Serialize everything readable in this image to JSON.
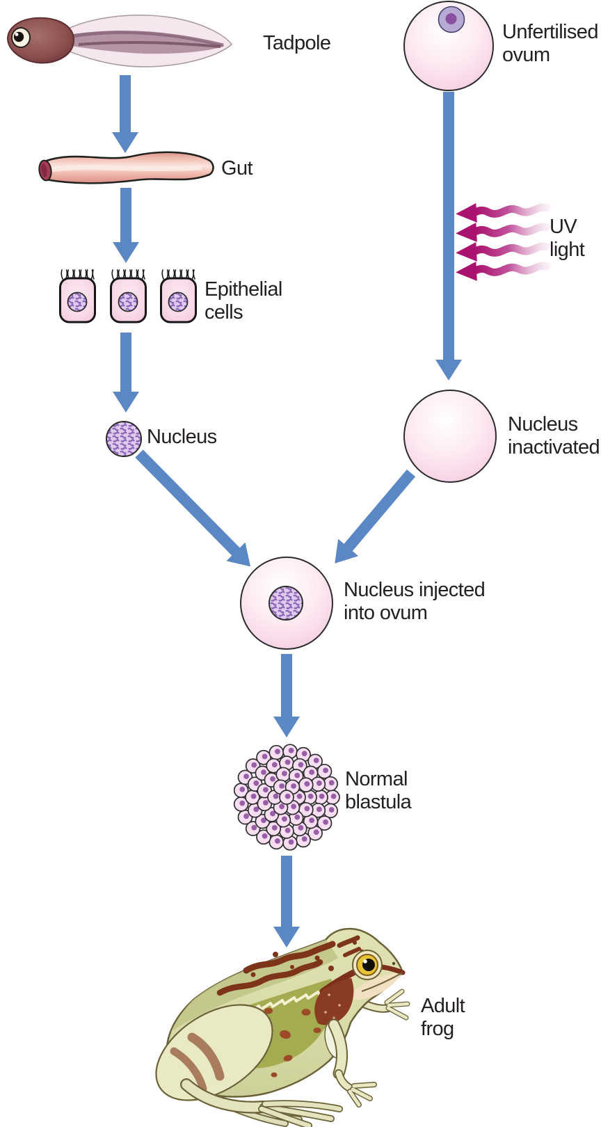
{
  "labels": {
    "tadpole": "Tadpole",
    "gut": "Gut",
    "epithelial": "Epithelial\ncells",
    "nucleus": "Nucleus",
    "unfertilised_ovum": "Unfertilised\novum",
    "uv_light": "UV\nlight",
    "nucleus_inactivated": "Nucleus\ninactivated",
    "nucleus_injected": "Nucleus injected\ninto ovum",
    "normal_blastula": "Normal\nblastula",
    "adult_frog": "Adult\nfrog"
  },
  "figures": {
    "tadpole": "tadpole-illustration",
    "gut": "gut-tube-illustration",
    "epithelial": "ciliated-epithelial-cells-illustration",
    "nucleus": "speckled-nucleus-illustration",
    "unfertilised_ovum": "ovum-with-nucleus-illustration",
    "uv_light": "uv-light-wavy-arrows-icon",
    "nucleus_inactivated": "enucleated-ovum-illustration",
    "nucleus_injected": "ovum-with-injected-nucleus-illustration",
    "normal_blastula": "blastula-cell-cluster-illustration",
    "adult_frog": "adult-frog-illustration"
  },
  "edges": [
    {
      "from": "tadpole",
      "to": "gut",
      "style": "straight-down-arrow"
    },
    {
      "from": "gut",
      "to": "epithelial",
      "style": "straight-down-arrow"
    },
    {
      "from": "epithelial",
      "to": "nucleus",
      "style": "straight-down-arrow"
    },
    {
      "from": "unfertilised_ovum",
      "to": "nucleus_inactivated",
      "style": "straight-down-arrow"
    },
    {
      "from": "nucleus",
      "to": "nucleus_injected",
      "style": "diagonal-arrow"
    },
    {
      "from": "nucleus_inactivated",
      "to": "nucleus_injected",
      "style": "diagonal-arrow"
    },
    {
      "from": "nucleus_injected",
      "to": "normal_blastula",
      "style": "straight-down-arrow"
    },
    {
      "from": "normal_blastula",
      "to": "adult_frog",
      "style": "straight-down-arrow"
    }
  ],
  "colors": {
    "flow_arrow_blue": "#5b87c4",
    "uv_magenta": "#aa1270",
    "label_text": "#231f20",
    "ovum_pink": "#f6cce1",
    "nucleus_purple": "#8e66b8",
    "blastula_dot_purple": "#985fa8",
    "gut_salmon": "#eeb4aa",
    "frog_olive": "#c2c58a",
    "frog_brown": "#82391f",
    "background": "#ffffff"
  }
}
